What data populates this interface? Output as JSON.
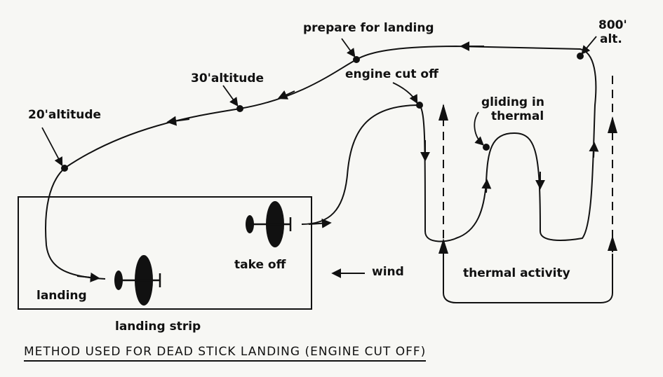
{
  "labels": {
    "prepare_for_landing": "prepare for landing",
    "alt_800_a": "800'",
    "alt_800_b": "alt.",
    "altitude_30": "30'altitude",
    "engine_cut_off": "engine cut off",
    "gliding_a": "gliding in",
    "gliding_b": "thermal",
    "altitude_20": "20'altitude",
    "take_off": "take off",
    "wind": "wind",
    "thermal_activity": "thermal activity",
    "landing": "landing",
    "landing_strip": "landing strip"
  },
  "caption": "METHOD USED FOR DEAD STICK LANDING (ENGINE CUT OFF)",
  "colors": {
    "ink": "#111111",
    "paper": "#f7f7f4"
  }
}
